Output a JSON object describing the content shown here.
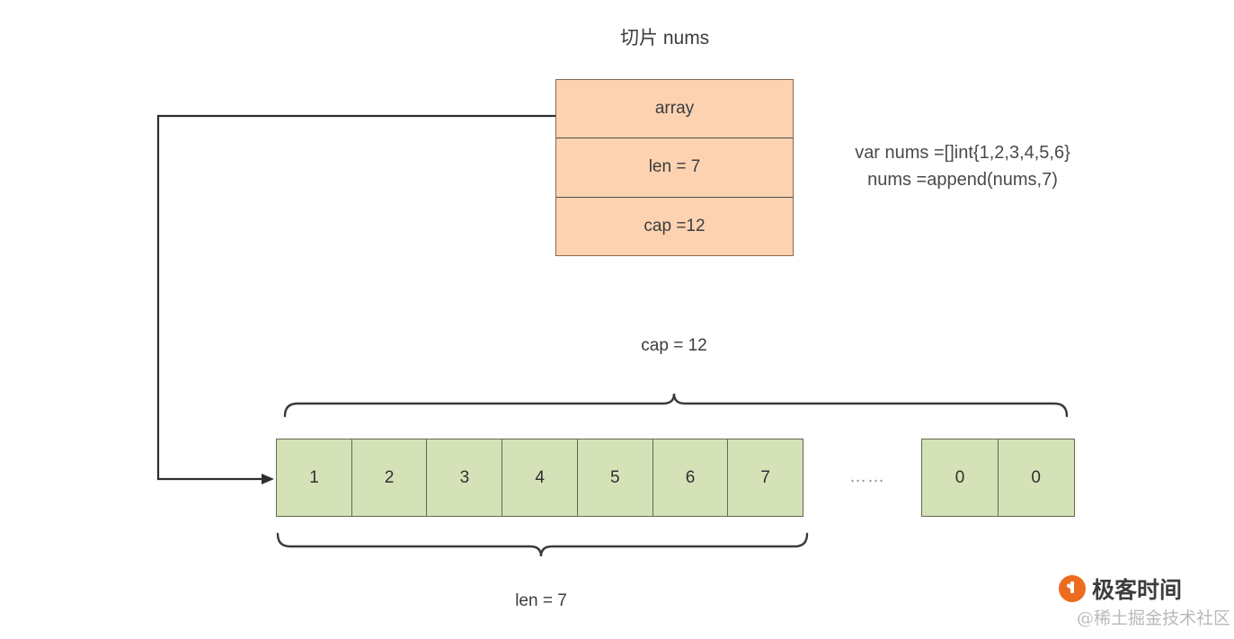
{
  "diagram": {
    "title": "切片 nums",
    "struct": {
      "rows": [
        {
          "label": "array"
        },
        {
          "label": "len = 7"
        },
        {
          "label": "cap =12"
        }
      ],
      "fill_color": "#fcd2b1",
      "border_color": "#8a6a52"
    },
    "code": {
      "line1": "var nums =[]int{1,2,3,4,5,6}",
      "line2": "nums =append(nums,7)"
    },
    "cap_brace_label": "cap = 12",
    "len_brace_label": "len = 7",
    "array": {
      "fill_color": "#d5e2b8",
      "border_color": "#5e6b4a",
      "used_cells": [
        "1",
        "2",
        "3",
        "4",
        "5",
        "6",
        "7"
      ],
      "ellipsis": "……",
      "tail_cells": [
        "0",
        "0"
      ]
    }
  },
  "watermark": {
    "brand": "极客时间",
    "source": "@稀土掘金技术社区",
    "brand_color": "#ec6b1f"
  }
}
